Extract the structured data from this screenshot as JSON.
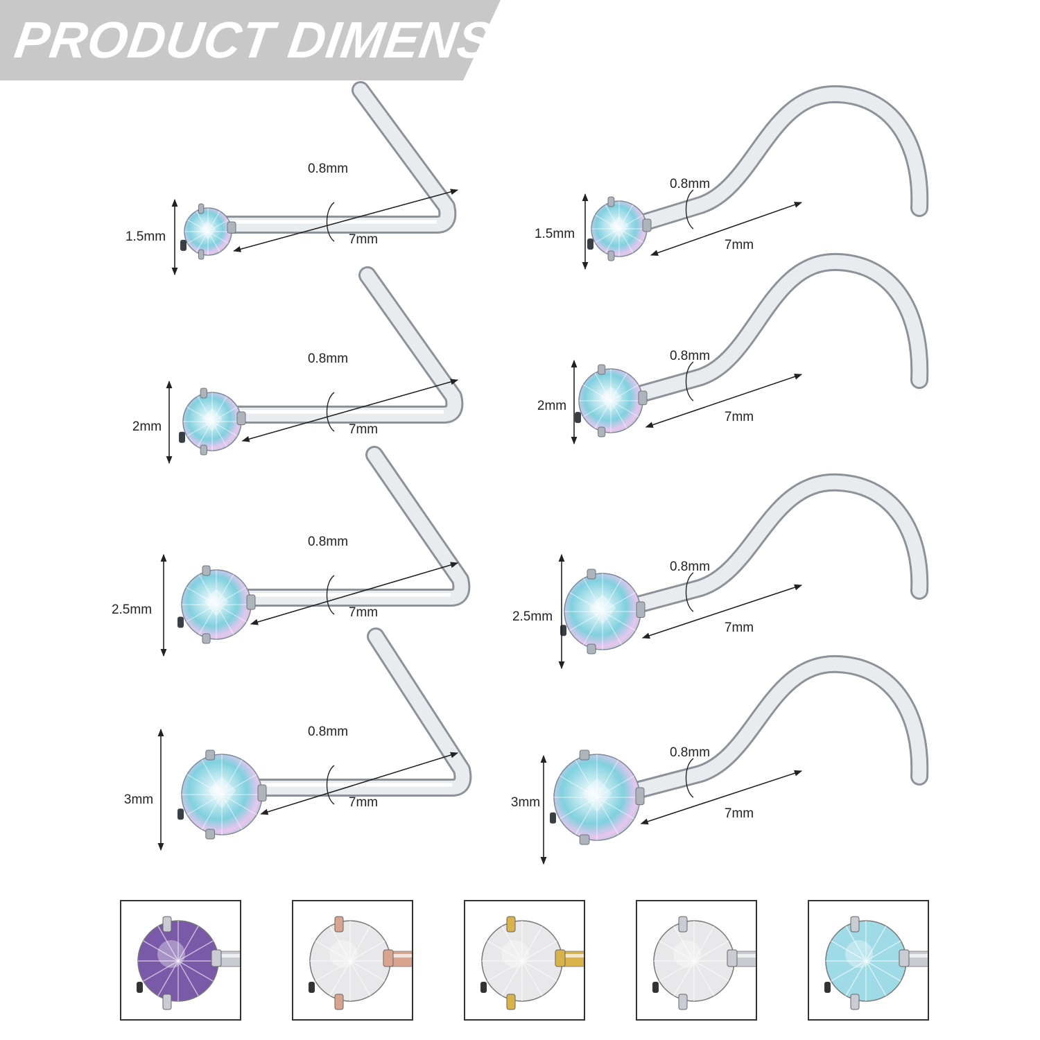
{
  "banner": {
    "title": "PRODUCT DIMENSION",
    "bg_color": "#c8c8c8"
  },
  "left_column": [
    {
      "diameter": "1.5mm",
      "gauge": "0.8mm",
      "length": "7mm"
    },
    {
      "diameter": "2mm",
      "gauge": "0.8mm",
      "length": "7mm"
    },
    {
      "diameter": "2.5mm",
      "gauge": "0.8mm",
      "length": "7mm"
    },
    {
      "diameter": "3mm",
      "gauge": "0.8mm",
      "length": "7mm"
    }
  ],
  "right_column": [
    {
      "diameter": "1.5mm",
      "gauge": "0.8mm",
      "length": "7mm"
    },
    {
      "diameter": "2mm",
      "gauge": "0.8mm",
      "length": "7mm"
    },
    {
      "diameter": "2.5mm",
      "gauge": "0.8mm",
      "length": "7mm"
    },
    {
      "diameter": "3mm",
      "gauge": "0.8mm",
      "length": "7mm"
    }
  ],
  "swatches": [
    {
      "name": "rainbow-crystal-silver",
      "gem": "#7a5aa8",
      "metal": "#c9ccd2"
    },
    {
      "name": "clear-crystal-rose-gold",
      "gem": "#e8e8ea",
      "metal": "#d9a48e"
    },
    {
      "name": "clear-crystal-gold",
      "gem": "#e8e8ea",
      "metal": "#d9b24a"
    },
    {
      "name": "clear-crystal-silver",
      "gem": "#e8e8ea",
      "metal": "#c9ccd2"
    },
    {
      "name": "aurora-crystal-silver",
      "gem": "#9fdbe6",
      "metal": "#c9ccd2"
    }
  ]
}
